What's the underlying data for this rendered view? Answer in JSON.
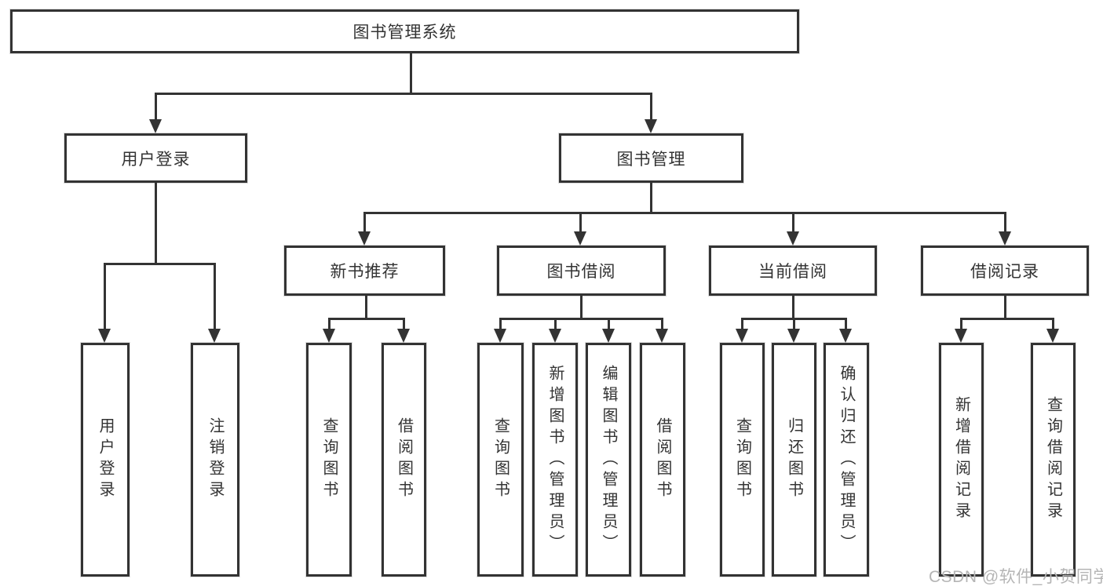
{
  "title": "图书管理系统",
  "nodes": {
    "user_login": "用户登录",
    "book_mgmt": "图书管理",
    "new_book_rec": "新书推荐",
    "book_borrow": "图书借阅",
    "current_borrow": "当前借阅",
    "borrow_record": "借阅记录"
  },
  "leaves": {
    "user_login_leaf": "用户登录",
    "logout": "注销登录",
    "nbr_query": "查询图书",
    "nbr_borrow": "借阅图书",
    "bb_query": "查询图书",
    "bb_add": "新增图书（管理员）",
    "bb_edit": "编辑图书（管理员）",
    "bb_borrow": "借阅图书",
    "cb_query": "查询图书",
    "cb_return": "归还图书",
    "cb_confirm": "确认归还（管理员）",
    "br_add": "新增借阅记录",
    "br_query": "查询借阅记录"
  },
  "watermark": "CSDN @软件_小贺同学",
  "colors": {
    "line": "#333333",
    "text": "#333333",
    "watermark": "#b5b5b5",
    "background": "#ffffff"
  }
}
